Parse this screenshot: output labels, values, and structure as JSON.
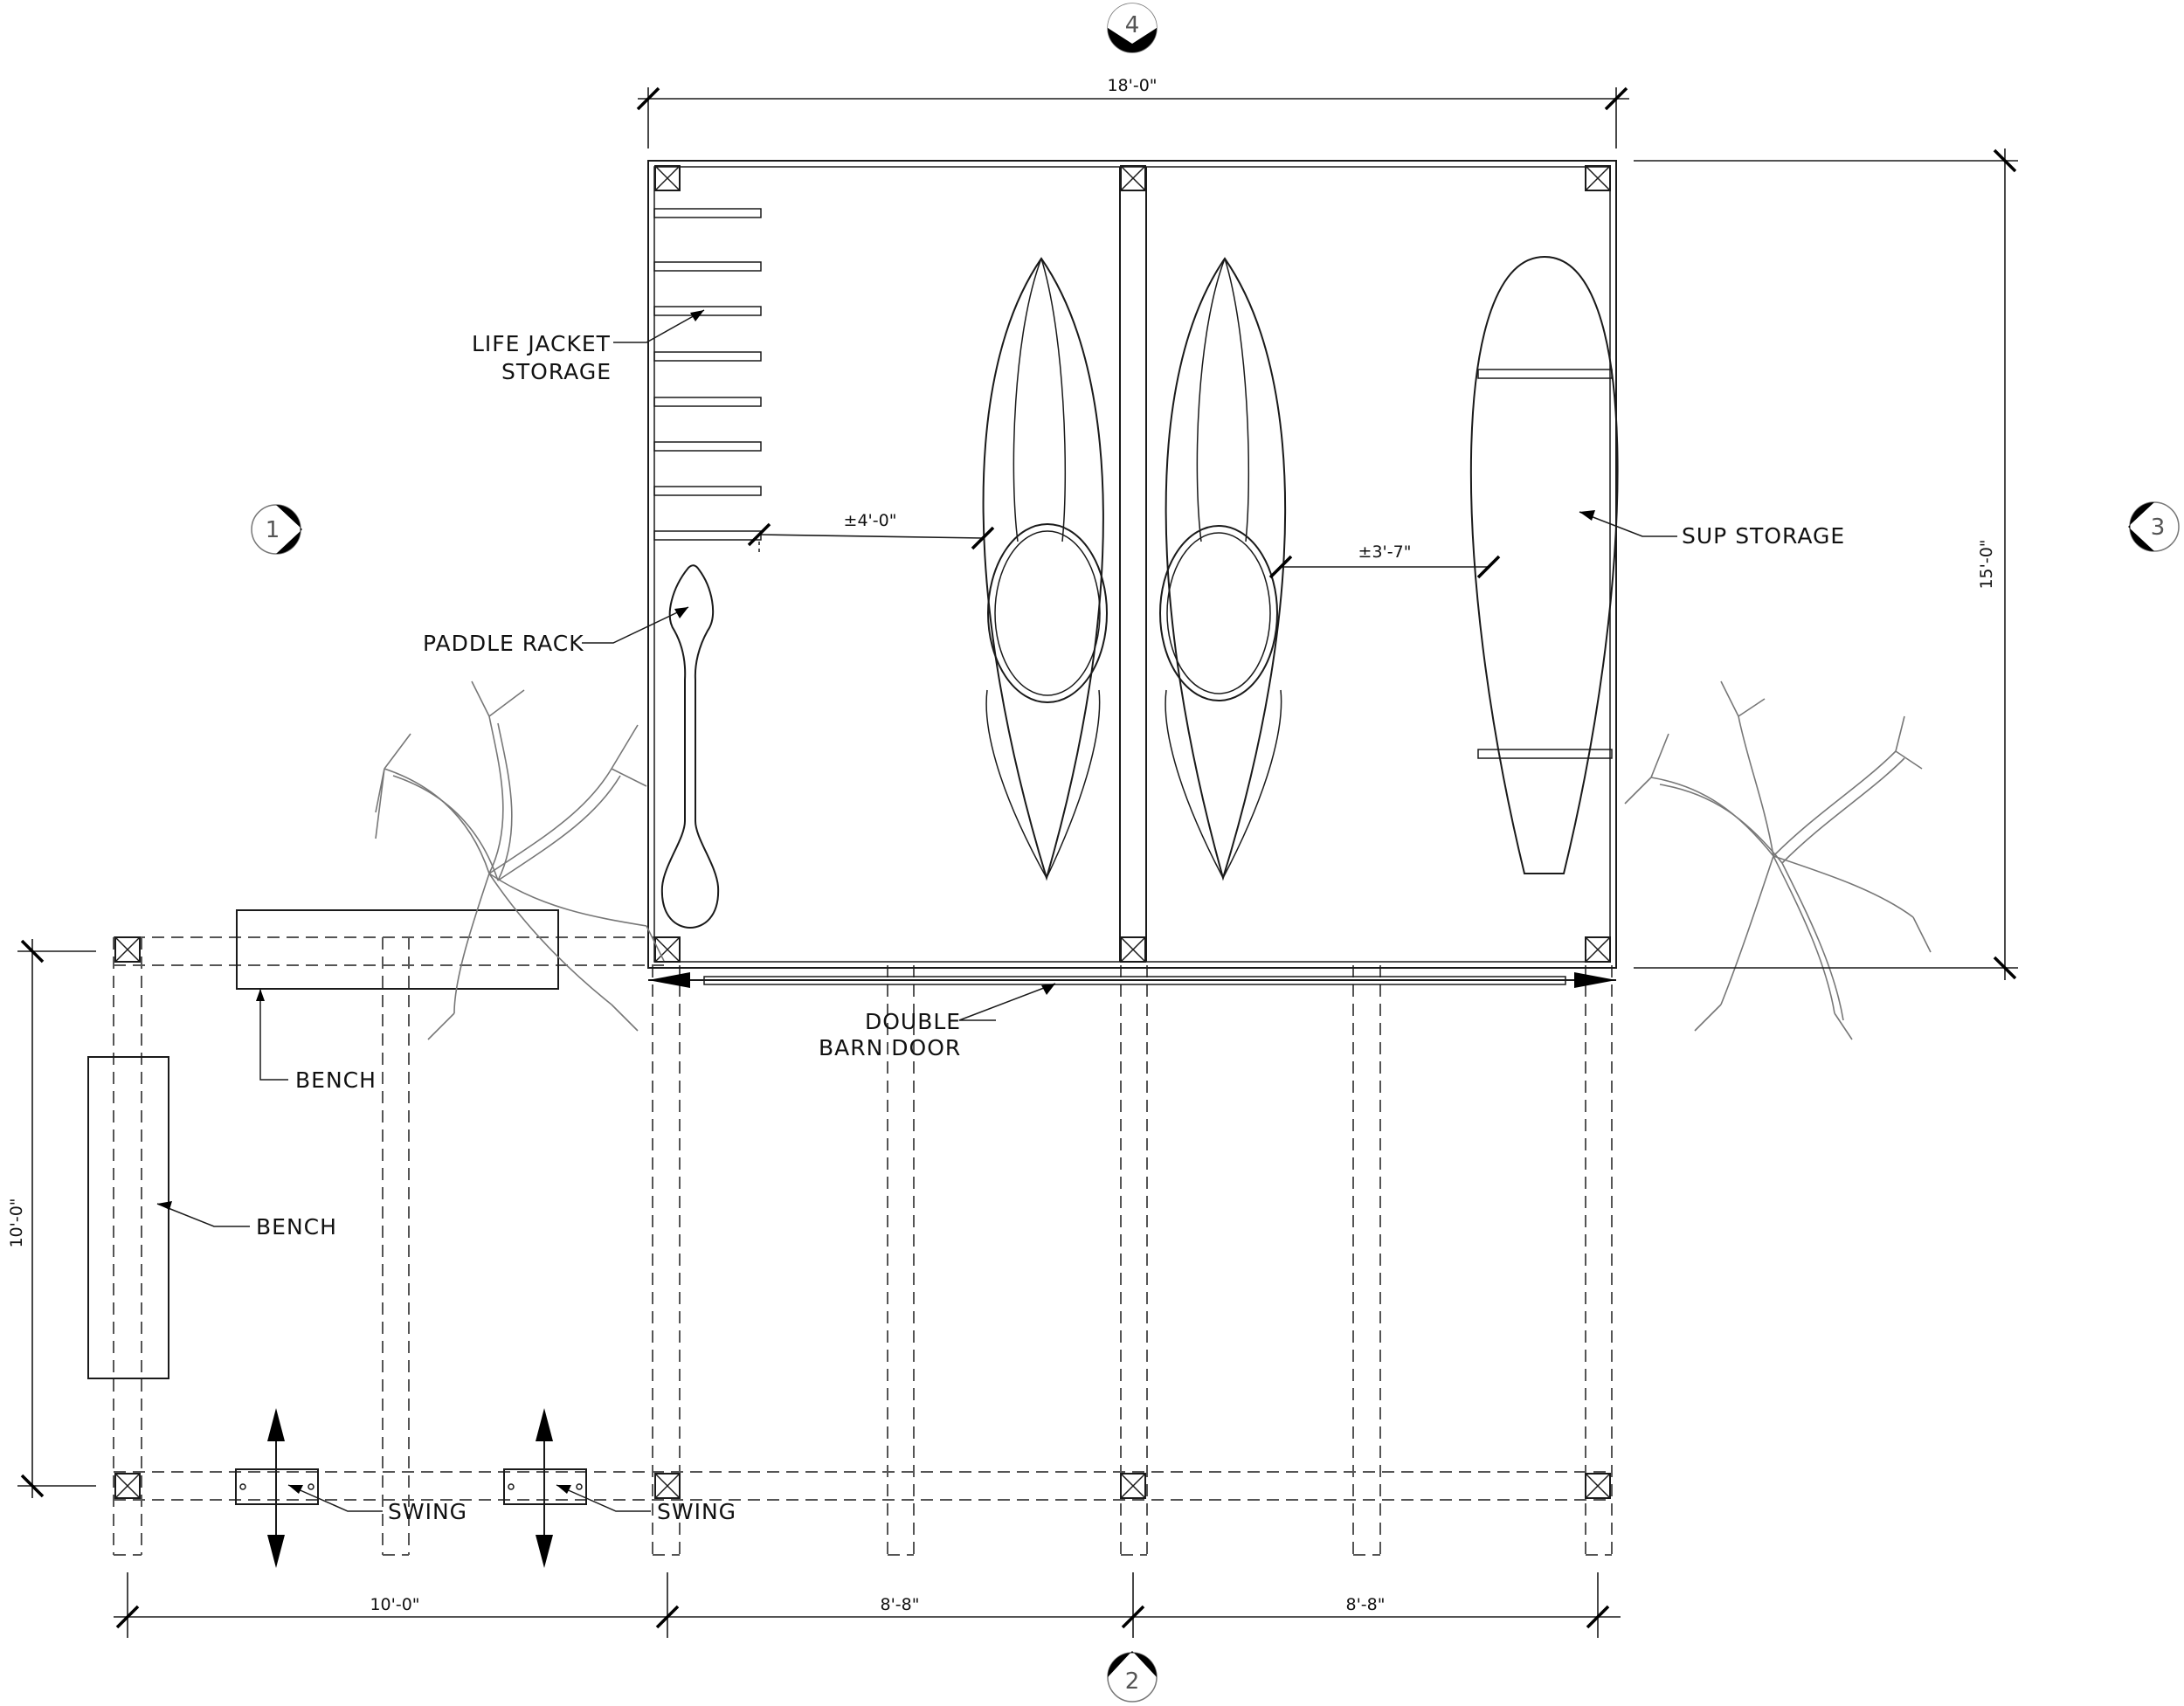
{
  "labels": {
    "life_jacket_line1": "LIFE JACKET",
    "life_jacket_line2": "STORAGE",
    "paddle_rack": "PADDLE RACK",
    "sup_storage": "SUP STORAGE",
    "door_line1": "DOUBLE",
    "door_line2": "BARN DOOR",
    "bench_top": "BENCH",
    "bench_left": "BENCH",
    "swing_left": "SWING",
    "swing_right": "SWING"
  },
  "dimensions": {
    "top_width": "18'-0\"",
    "right_depth": "15'-0\"",
    "left_depth": "10'-0\"",
    "bottom_left": "10'-0\"",
    "bottom_mid": "8'-8\"",
    "bottom_right": "8'-8\"",
    "kayak_gap_1": "±4'-0\"",
    "kayak_gap_2": "±3'-7\""
  },
  "bubbles": {
    "top": "4",
    "left": "1",
    "right": "3",
    "bottom": "2"
  }
}
